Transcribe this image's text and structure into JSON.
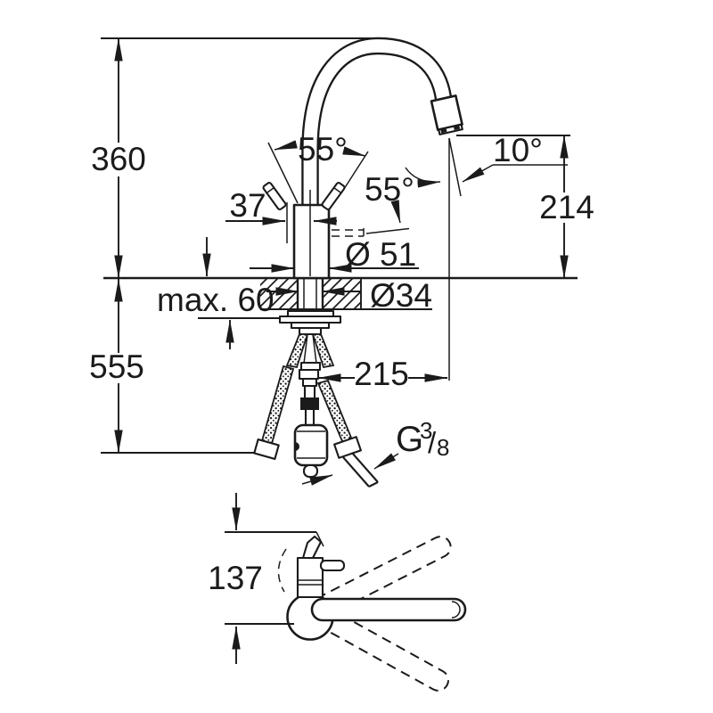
{
  "colors": {
    "ink": "#1b1b1b",
    "background": "#ffffff"
  },
  "side_view": {
    "height_above_deck": "360",
    "height_below_deck": "555",
    "handle_center_offset": "37",
    "handle_angle": "55°",
    "handle_angle_side": "55°",
    "spray_angle": "10°",
    "spout_outlet_height": "214",
    "max_deck_thickness": "max. 60",
    "base_diameter": "Ø 51",
    "mounting_hole_diameter": "Ø34",
    "spout_reach": "215",
    "thread_letter": "G",
    "thread_numerator": "3",
    "thread_slash": "/",
    "thread_denominator": "8"
  },
  "top_view": {
    "lever_projection": "137"
  }
}
